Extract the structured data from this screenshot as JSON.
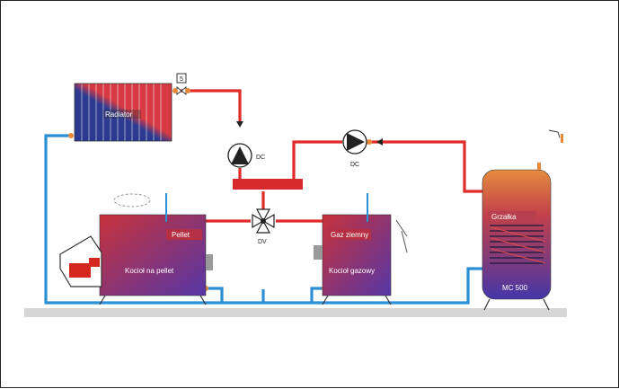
{
  "diagram": {
    "radiator": {
      "label": "Radiator",
      "valve_tag": "5"
    },
    "pump_top": {
      "label": "DC"
    },
    "pump_right": {
      "label": "DC"
    },
    "mixing_valve": {
      "label": "DV"
    },
    "boiler_left": {
      "label": "Kocioł na pellet",
      "panel_label": "Pellet"
    },
    "boiler_right": {
      "label": "Kocioł gazowy",
      "panel_label": "Gaz ziemny"
    },
    "tank": {
      "label": "MC 500",
      "heater_label": "Grzałka"
    },
    "colors": {
      "hot_pipe": "#e12a2a",
      "cold_pipe": "#2b8fd6",
      "floor": "#d8d8d8",
      "boiler_top": "#c0323c",
      "boiler_bottom": "#5a3aa0",
      "tank_top": "#e8893a",
      "tank_bottom": "#4b3aa5"
    }
  }
}
